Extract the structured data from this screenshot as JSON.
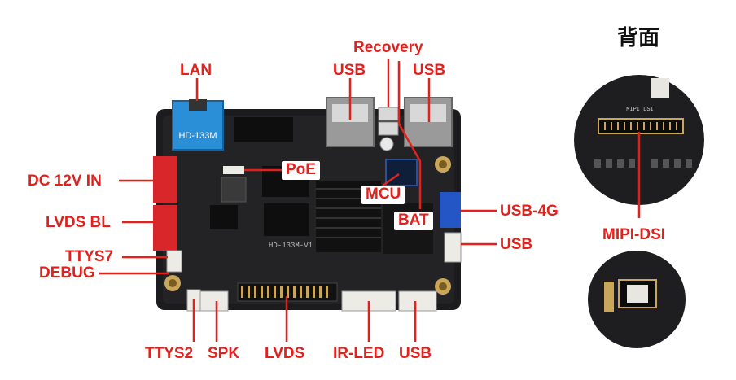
{
  "back_title": "背面",
  "board_silkscreen": "HD-133M",
  "board_model": "HD-133M-V1",
  "labels": {
    "lan": "LAN",
    "recovery": "Recovery",
    "usb_top_left": "USB",
    "usb_top_right": "USB",
    "poe": "PoE",
    "mcu": "MCU",
    "bat": "BAT",
    "dc_in": "DC 12V IN",
    "lvds_bl": "LVDS BL",
    "ttys7": "TTYS7",
    "debug": "DEBUG",
    "usb_4g": "USB-4G",
    "usb_right": "USB",
    "ttys2": "TTYS2",
    "spk": "SPK",
    "lvds": "LVDS",
    "ir_led": "IR-LED",
    "usb_bottom": "USB",
    "mipi_dsi": "MIPI-DSI"
  },
  "colors": {
    "label_red": "#e3211c",
    "board": "#1c1c1e",
    "connector_red": "#d8262a",
    "connector_blue": "#2457c5",
    "connector_white": "#ecebe6",
    "lan_blue": "#2a8fd6"
  }
}
